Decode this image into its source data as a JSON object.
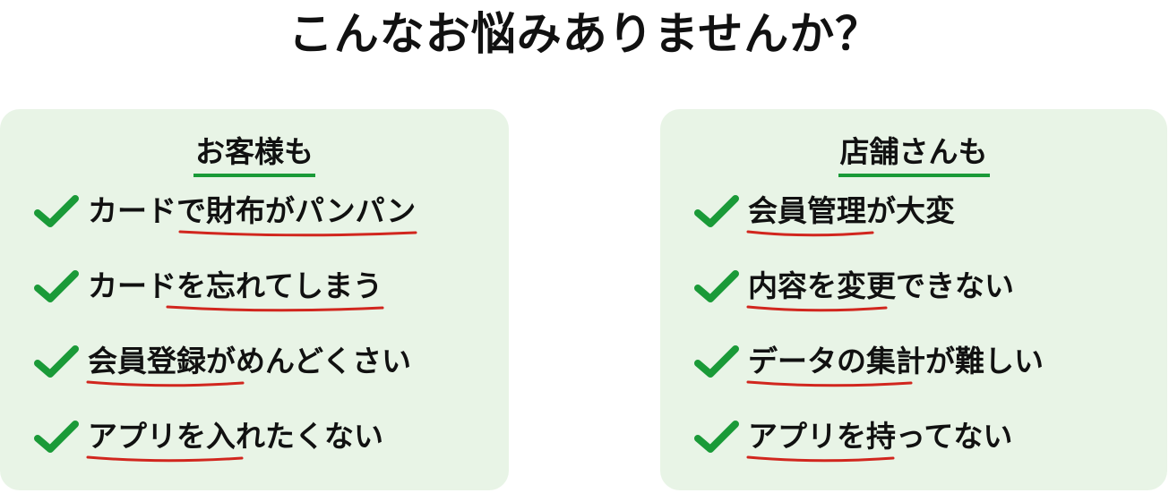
{
  "title": "こんなお悩みありませんか？",
  "colors": {
    "card_bg": "#e8f4e6",
    "heading_underline": "#1a9a38",
    "check": "#1a9a38",
    "red_underline": "#d1261e"
  },
  "customers": {
    "heading": "お客様も",
    "items": [
      {
        "text": "カードで財布がパンパン",
        "icon": "check-icon"
      },
      {
        "text": "カードを忘れてしまう",
        "icon": "check-icon"
      },
      {
        "text": "会員登録がめんどくさい",
        "icon": "check-icon"
      },
      {
        "text": "アプリを入れたくない",
        "icon": "check-icon"
      }
    ]
  },
  "stores": {
    "heading": "店舗さんも",
    "items": [
      {
        "text": "会員管理が大変",
        "icon": "check-icon"
      },
      {
        "text": "内容を変更できない",
        "icon": "check-icon"
      },
      {
        "text": "データの集計が難しい",
        "icon": "check-icon"
      },
      {
        "text": "アプリを持ってない",
        "icon": "check-icon"
      }
    ]
  }
}
